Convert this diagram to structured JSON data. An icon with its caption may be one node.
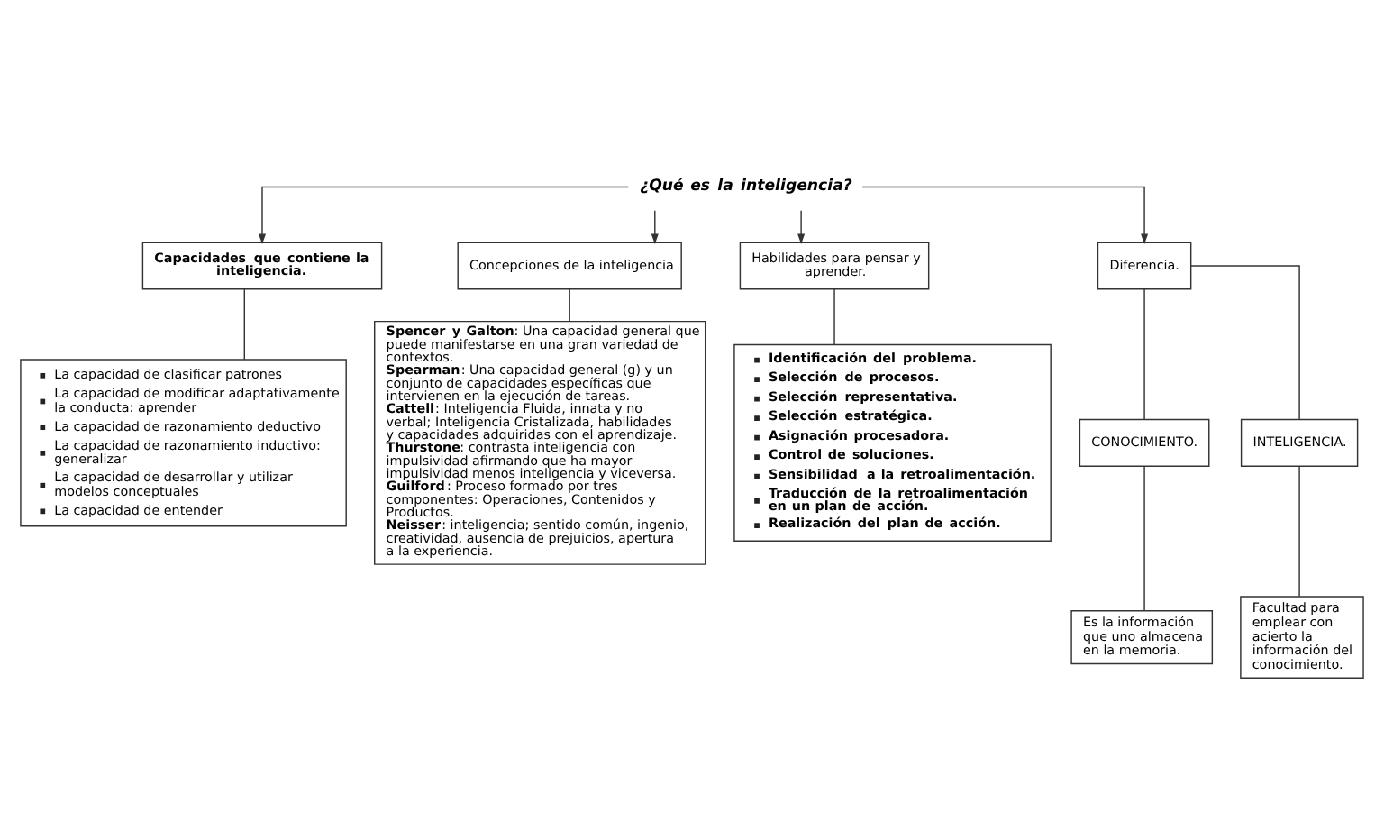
{
  "diagram": {
    "nodes": [
      {
        "text": [
          "¿Qué es la inteligencia?"
        ]
      },
      {
        "text": [
          "Capacidades que contiene la inteligencia."
        ]
      },
      {
        "text": [
          "La capacidad de clasificar patrones",
          "La capacidad de modificar adaptativamente la conducta: aprender",
          "La capacidad de razonamiento deductivo",
          "La capacidad de razonamiento inductivo: generalizar",
          "La capacidad de desarrollar y utilizar modelos conceptuales",
          "La capacidad de entender"
        ]
      },
      {
        "text": [
          "Concepciones de la inteligencia"
        ]
      },
      {
        "text": [
          "**Spencer y Galton**: Una capacidad general que puede manifestarse en una gran variedad de contextos.",
          "**Spearman**: Una capacidad general (g) y un conjunto de capacidades específicas que intervienen en la ejecución de tareas.",
          "**Cattell**: Inteligencia Fluida, innata y no verbal; Inteligencia Cristalizada, habilidades y capacidades adquiridas con el aprendizaje.",
          "**Thurstone**: contrasta inteligencia con impulsividad afirmando que ha mayor impulsividad menos inteligencia y viceversa.",
          "**Guilford**: Proceso formado por tres componentes: Operaciones, Contenidos y Productos.",
          "**Neisser**: inteligencia; sentido común, ingenio, creatividad, ausencia de prejuicios, apertura a la experiencia."
        ]
      },
      {
        "text": [
          "Habilidades para pensar y aprender."
        ]
      },
      {
        "text": [
          "Identificación del problema.",
          "Selección de procesos.",
          "Selección representativa.",
          "Selección estratégica.",
          "Asignación procesadora.",
          "Control de soluciones.",
          "Sensibilidad a la retroalimentación.",
          "Traducción de la retroalimentación en un plan de acción.",
          "Realización del plan de acción."
        ]
      },
      {
        "text": [
          "Diferencia."
        ]
      },
      {
        "text": [
          "CONOCIMIENTO."
        ]
      },
      {
        "text": [
          "INTELIGENCIA."
        ]
      },
      {
        "text": [
          "Es la información que uno almacena en la memoria."
        ]
      },
      {
        "text": [
          "Facultad para emplear con acierto la información del conocimiento."
        ]
      }
    ],
    "edges": [
      {
        "from": 0,
        "to": 1,
        "arrow": "to"
      },
      {
        "from": 0,
        "to": 3,
        "arrow": "to"
      },
      {
        "from": 0,
        "to": 5,
        "arrow": "to"
      },
      {
        "from": 0,
        "to": 7,
        "arrow": "to"
      },
      {
        "from": 1,
        "to": 2,
        "arrow": "none"
      },
      {
        "from": 3,
        "to": 4,
        "arrow": "none"
      },
      {
        "from": 5,
        "to": 6,
        "arrow": "none"
      },
      {
        "from": 7,
        "to": 8,
        "arrow": "none"
      },
      {
        "from": 7,
        "to": 9,
        "arrow": "none"
      },
      {
        "from": 8,
        "to": 10,
        "arrow": "none"
      },
      {
        "from": 9,
        "to": 11,
        "arrow": "none"
      }
    ]
  }
}
